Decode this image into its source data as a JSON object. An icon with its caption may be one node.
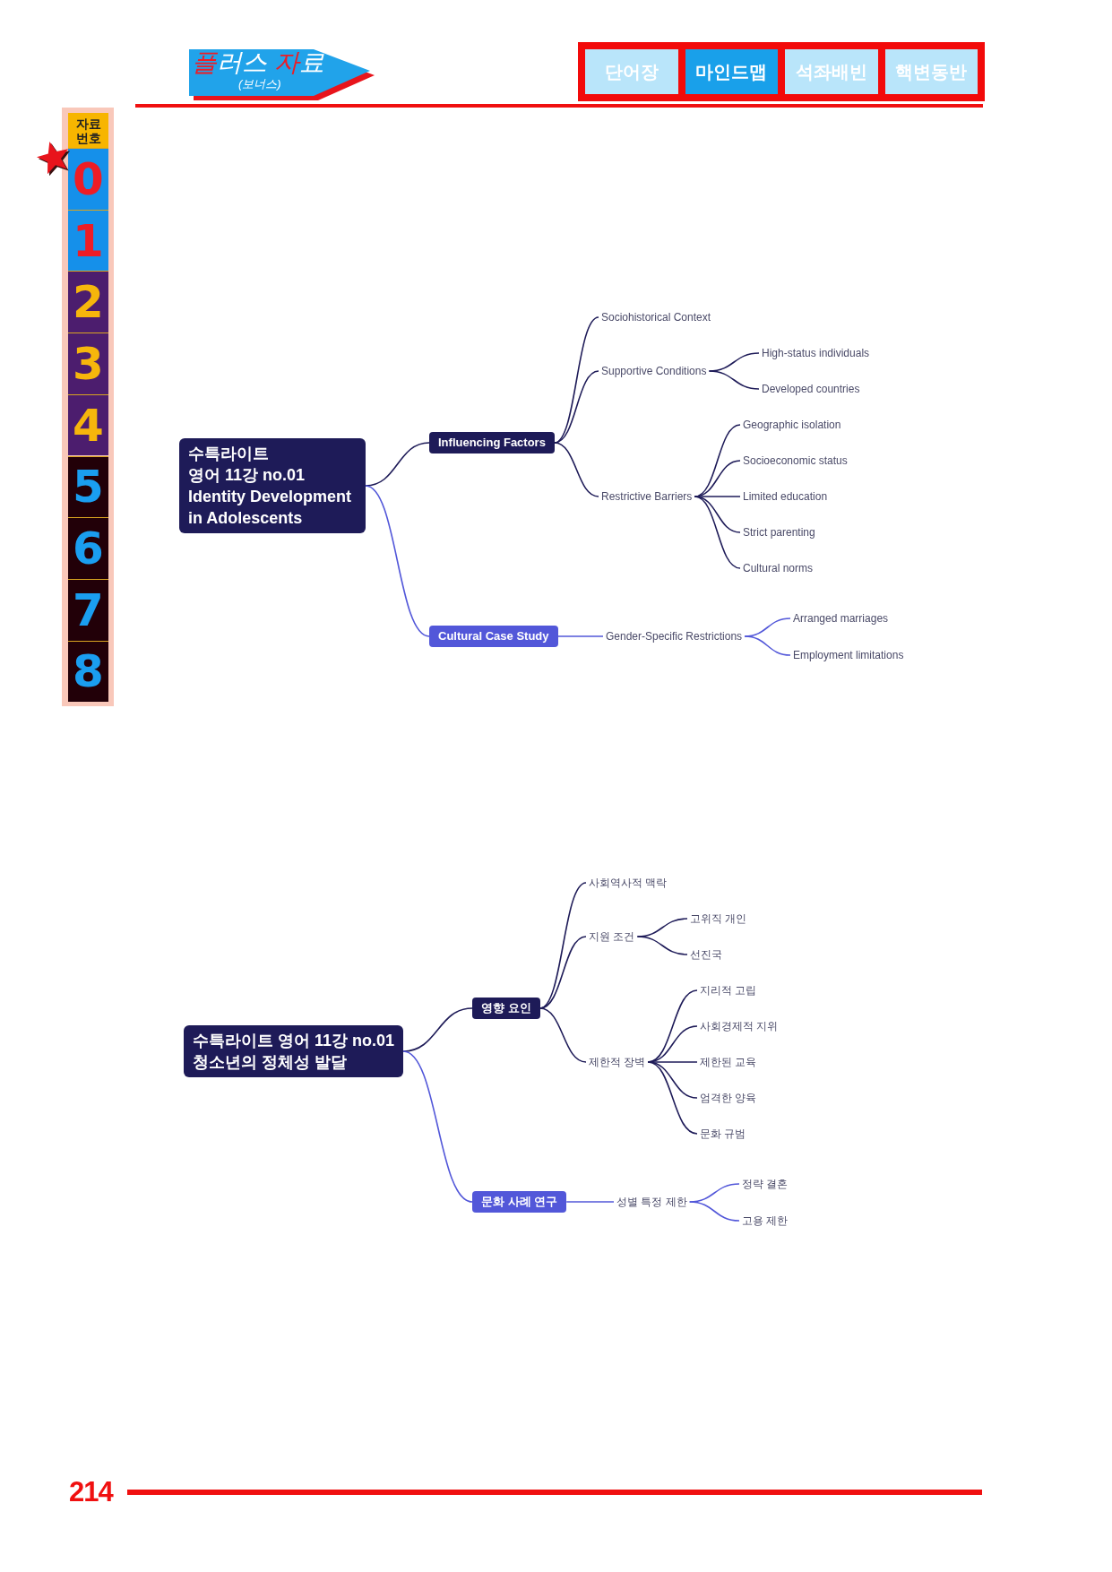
{
  "diagram": {
    "nodes": [
      {
        "text": [
          "수특라이트 영어 11강 no.01",
          "Identity Development in Adolescents"
        ]
      },
      {
        "text": [
          "Influencing Factors"
        ]
      },
      {
        "text": [
          "Sociohistorical Context"
        ]
      },
      {
        "text": [
          "Supportive Conditions"
        ]
      },
      {
        "text": [
          "High-status individuals"
        ]
      },
      {
        "text": [
          "Developed countries"
        ]
      },
      {
        "text": [
          "Restrictive Barriers"
        ]
      },
      {
        "text": [
          "Geographic isolation"
        ]
      },
      {
        "text": [
          "Socioeconomic status"
        ]
      },
      {
        "text": [
          "Limited education"
        ]
      },
      {
        "text": [
          "Strict parenting"
        ]
      },
      {
        "text": [
          "Cultural norms"
        ]
      },
      {
        "text": [
          "Cultural Case Study"
        ]
      },
      {
        "text": [
          "Gender-Specific Restrictions"
        ]
      },
      {
        "text": [
          "Arranged marriages"
        ]
      },
      {
        "text": [
          "Employment limitations"
        ]
      },
      {
        "text": [
          "수특라이트 영어 11강 no.01",
          "청소년의 정체성 발달"
        ]
      },
      {
        "text": [
          "영향 요인"
        ]
      },
      {
        "text": [
          "사회역사적 맥락"
        ]
      },
      {
        "text": [
          "지원 조건"
        ]
      },
      {
        "text": [
          "고위직 개인"
        ]
      },
      {
        "text": [
          "선진국"
        ]
      },
      {
        "text": [
          "제한적 장벽"
        ]
      },
      {
        "text": [
          "지리적 고립"
        ]
      },
      {
        "text": [
          "사회경제적 지위"
        ]
      },
      {
        "text": [
          "제한된 교육"
        ]
      },
      {
        "text": [
          "엄격한 양육"
        ]
      },
      {
        "text": [
          "문화 규범"
        ]
      },
      {
        "text": [
          "문화 사례 연구"
        ]
      },
      {
        "text": [
          "성별 특정 제한"
        ]
      },
      {
        "text": [
          "정략 결혼"
        ]
      },
      {
        "text": [
          "고용 제한"
        ]
      }
    ],
    "edges": [
      {
        "from": 0,
        "to": 1,
        "arrow": "none"
      },
      {
        "from": 0,
        "to": 12,
        "arrow": "none",
        "color": "#5257d9"
      },
      {
        "from": 1,
        "to": 2,
        "arrow": "none"
      },
      {
        "from": 1,
        "to": 3,
        "arrow": "none"
      },
      {
        "from": 1,
        "to": 6,
        "arrow": "none"
      },
      {
        "from": 3,
        "to": 4,
        "arrow": "none"
      },
      {
        "from": 3,
        "to": 5,
        "arrow": "none"
      },
      {
        "from": 6,
        "to": 7,
        "arrow": "none"
      },
      {
        "from": 6,
        "to": 8,
        "arrow": "none"
      },
      {
        "from": 6,
        "to": 9,
        "arrow": "none"
      },
      {
        "from": 6,
        "to": 10,
        "arrow": "none"
      },
      {
        "from": 6,
        "to": 11,
        "arrow": "none"
      },
      {
        "from": 12,
        "to": 13,
        "arrow": "none",
        "color": "#5257d9"
      },
      {
        "from": 13,
        "to": 14,
        "arrow": "none",
        "color": "#5257d9"
      },
      {
        "from": 13,
        "to": 15,
        "arrow": "none",
        "color": "#5257d9"
      },
      {
        "from": 16,
        "to": 17,
        "arrow": "none"
      },
      {
        "from": 16,
        "to": 28,
        "arrow": "none",
        "color": "#5257d9"
      },
      {
        "from": 17,
        "to": 18,
        "arrow": "none"
      },
      {
        "from": 17,
        "to": 19,
        "arrow": "none"
      },
      {
        "from": 17,
        "to": 22,
        "arrow": "none"
      },
      {
        "from": 19,
        "to": 20,
        "arrow": "none"
      },
      {
        "from": 19,
        "to": 21,
        "arrow": "none"
      },
      {
        "from": 22,
        "to": 23,
        "arrow": "none"
      },
      {
        "from": 22,
        "to": 24,
        "arrow": "none"
      },
      {
        "from": 22,
        "to": 25,
        "arrow": "none"
      },
      {
        "from": 22,
        "to": 26,
        "arrow": "none"
      },
      {
        "from": 22,
        "to": 27,
        "arrow": "none"
      },
      {
        "from": 28,
        "to": 29,
        "arrow": "none",
        "color": "#5257d9"
      },
      {
        "from": 29,
        "to": 30,
        "arrow": "none",
        "color": "#5257d9"
      },
      {
        "from": 29,
        "to": 31,
        "arrow": "none",
        "color": "#5257d9"
      }
    ],
    "labels": [
      "플러스 자료",
      "(보너스)",
      "단어장",
      "마인드맵",
      "석좌배빈",
      "핵변동반",
      "자료 번호",
      "0",
      "1",
      "2",
      "3",
      "4",
      "5",
      "6",
      "7",
      "8",
      "214"
    ]
  }
}
